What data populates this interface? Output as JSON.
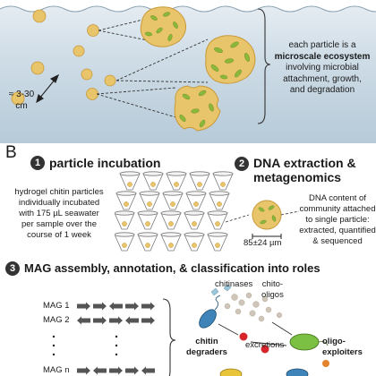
{
  "panel_a": {
    "distance_label": "≈ 3-30 cm",
    "description": {
      "line1": "each particle is a",
      "highlight": "microscale ecosystem",
      "line3": "involving microbial",
      "line4": "attachment, growth,",
      "line5": "and degradation"
    }
  },
  "panel_b": {
    "letter": "B",
    "step1": {
      "number": "1",
      "title": "particle incubation",
      "desc": [
        "hydrogel chitin particles",
        "individually incubated",
        "with 175 µL seawater",
        "per sample over the",
        "course of 1 week"
      ]
    },
    "step2": {
      "number": "2",
      "title_line1": "DNA extraction &",
      "title_line2": "metagenomics",
      "desc": [
        "DNA content of",
        "community attached",
        "to single particle:",
        "extracted, quantified",
        "& sequenced"
      ],
      "size_label": "85±24 µm"
    },
    "step3": {
      "number": "3",
      "title": "MAG assembly, annotation, & classification into roles",
      "mags": [
        "MAG 1",
        "MAG 2",
        "MAG n"
      ],
      "labels": {
        "chitinases": "chitinases",
        "chito_oligos_line1": "chito-",
        "chito_oligos_line2": "oligos",
        "excretions": "excretions",
        "chitin_degraders_line1": "chitin",
        "chitin_degraders_line2": "degraders",
        "oligo_exploiters_line1": "oligo-",
        "oligo_exploiters_line2": "exploiters"
      }
    }
  },
  "colors": {
    "particle_fill": "#e8c46a",
    "particle_edge": "#c99a3a",
    "microbe_green": "#8bb83a",
    "degrader_blue": "#3f84b8",
    "exploiter_green": "#7cc043",
    "excretion_red": "#d6262b",
    "excretion_orange": "#e3832c",
    "arrow_gray": "#555555"
  }
}
